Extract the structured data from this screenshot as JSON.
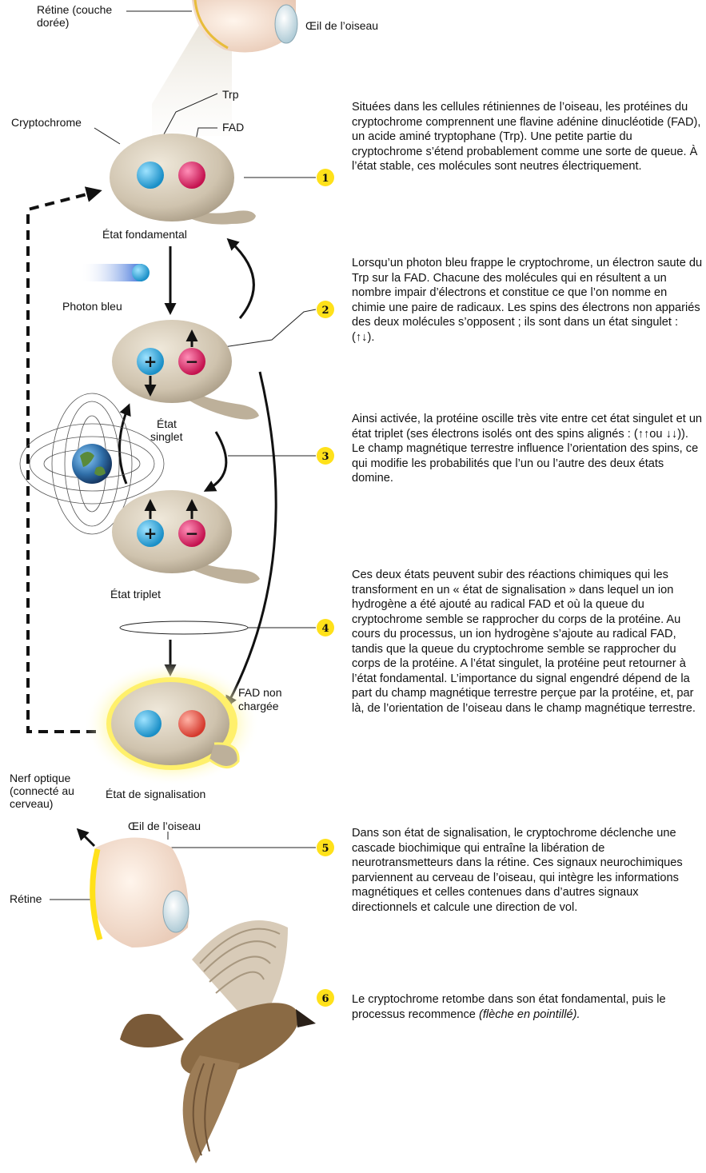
{
  "labels": {
    "retine_top": "Rétine (couche dorée)",
    "oeil_top": "Œil de l’oiseau",
    "trp": "Trp",
    "fad": "FAD",
    "cryptochrome": "Cryptochrome",
    "etat_fondamental": "État fondamental",
    "photon_bleu": "Photon bleu",
    "etat_singlet_1": "État",
    "etat_singlet_2": "singlet",
    "etat_triplet": "État triplet",
    "fad_non_chargee_1": "FAD non",
    "fad_non_chargee_2": "chargée",
    "nerf_optique": "Nerf optique (connecté au cerveau)",
    "etat_signalisation": "État de signalisation",
    "oeil_bottom": "Œil de l’oiseau",
    "retine_bottom": "Rétine"
  },
  "steps": [
    {
      "number": "1",
      "text": "Situées dans les cellules rétiniennes de l’oiseau, les protéines du cryptochrome comprennent une flavine adénine dinucléotide (FAD), un acide aminé tryptophane (Trp). Une petite partie du cryptochrome s’étend probablement comme une sorte de queue. À l’état stable, ces molécules sont neutres électriquement."
    },
    {
      "number": "2",
      "text": "Lorsqu’un photon bleu frappe le cryptochrome, un électron saute du Trp sur la FAD. Chacune des molécules qui en résultent a un nombre impair d’électrons et constitue ce que l’on nomme en chimie une paire de radicaux. Les spins des électrons non appariés des deux molécules s’opposent ; ils sont dans un état singulet : (↑↓)."
    },
    {
      "number": "3",
      "text": "Ainsi activée, la protéine oscille très vite entre cet état singulet et un état triplet (ses électrons isolés ont des spins alignés : (↑↑ou ↓↓)). Le champ magnétique terrestre influence l’orientation des spins, ce qui modifie les probabilités que l’un ou l’autre des deux états domine."
    },
    {
      "number": "4",
      "text": "Ces deux états peuvent subir des réactions chimiques qui les transforment en un « état de signalisation » dans lequel un ion hydrogène a été ajouté au radical FAD et où la queue du cryptochrome semble se rapprocher du corps de la protéine. Au cours du processus, un ion hydrogène s’ajoute au radical FAD, tandis que la queue du cryptochrome semble se rapprocher du corps de la protéine. A l’état singulet, la protéine peut retourner à l’état fondamental. L’importance du signal engendré dépend de la part du champ magnétique terrestre perçue par la protéine, et, par là, de l’orientation de l’oiseau dans le champ magnétique terrestre."
    },
    {
      "number": "5",
      "text": "Dans son état de signalisation, le cryptochrome déclenche une cascade biochimique qui entraîne la libération de neurotransmetteurs dans la rétine. Ces signaux neurochimiques parviennent au cerveau de l’oiseau, qui intègre les informations magnétiques et celles contenues dans d’autres signaux directionnels et calcule une direction de vol."
    },
    {
      "number": "6",
      "text": "Le cryptochrome retombe dans son état fondamental, puis le processus recommence",
      "italic": "(flèche en pointillé)."
    }
  ],
  "colors": {
    "protein": "#cfc3ae",
    "trp_ball": "#2aa7dc",
    "fad_ball": "#e0206a",
    "fad_neutral": "#e8574a",
    "badge": "#ffe11a",
    "glow": "#fff07a"
  }
}
